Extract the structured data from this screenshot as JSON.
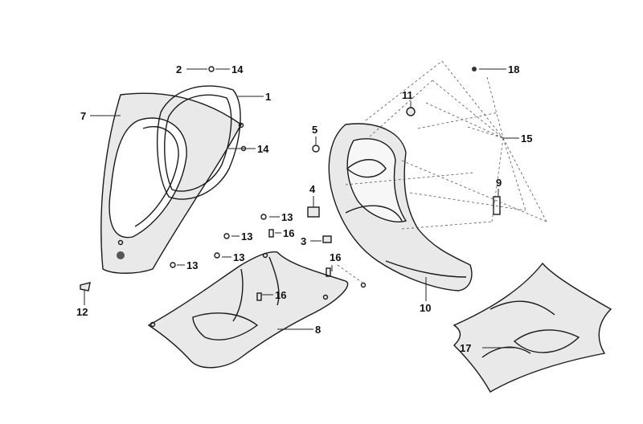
{
  "callouts": {
    "c1": "1",
    "c2": "2",
    "c3": "3",
    "c4": "4",
    "c5": "5",
    "c7": "7",
    "c8": "8",
    "c9": "9",
    "c10": "10",
    "c11": "11",
    "c12": "12",
    "c13a": "13",
    "c13b": "13",
    "c13c": "13",
    "c13d": "13",
    "c14a": "14",
    "c14b": "14",
    "c15": "15",
    "c16a": "16",
    "c16b": "16",
    "c16c": "16",
    "c17": "17",
    "c18": "18"
  }
}
